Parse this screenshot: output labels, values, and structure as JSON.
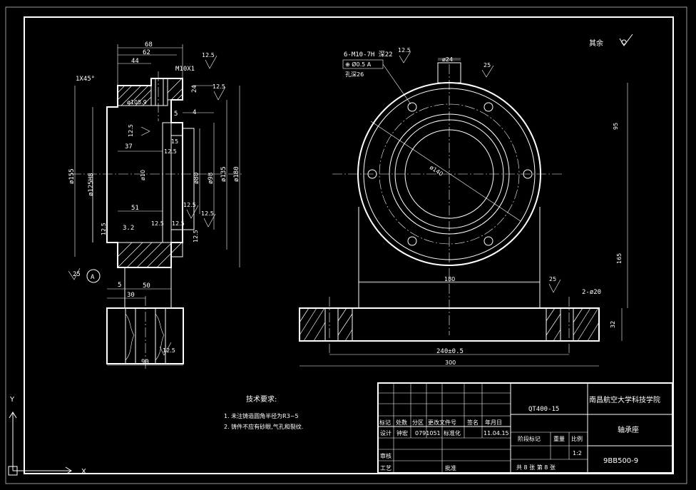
{
  "frame": {
    "surface_finish_other": "其余"
  },
  "left_view": {
    "dims": {
      "d68": "68",
      "d62": "62",
      "d44": "44",
      "m10": "M10X1",
      "chamfer": "1X45°",
      "d24": "24",
      "d5": "5",
      "d4": "4",
      "d15": "15",
      "d37": "37",
      "phi155": "ø155",
      "phi125": "ø125H8",
      "phi10": "ø10",
      "phi80": "ø80",
      "phi98": "ø98",
      "phi135": "ø135",
      "phi180": "ø180",
      "phi105": "ø105.9",
      "d51": "51",
      "d5b": "5",
      "d30": "30",
      "d50": "50",
      "d90": "90",
      "r25": "25",
      "r32": "3.2",
      "datum": "A"
    },
    "roughness": [
      "12.5",
      "12.5",
      "12.5",
      "12.5",
      "12.5",
      "12.5",
      "12.5",
      "12.5",
      "12.5",
      "12.5",
      "12.5"
    ]
  },
  "right_view": {
    "thread_note": "6-M10-7H 深22",
    "position_tol": "⊕ Ø0.5 A",
    "hole_depth": "孔深26",
    "dims": {
      "phi24": "ø24",
      "phi140": "ø140",
      "d95": "95",
      "d165": "165",
      "d180": "180",
      "d2phi20": "2-ø20",
      "d32": "32",
      "d240": "240±0.5",
      "d300": "300",
      "r25a": "25",
      "r25b": "25",
      "r125": "12.5"
    }
  },
  "tech_req": {
    "title": "技术要求:",
    "items": [
      "1. 未注铸造圆角半径为R3~5",
      "2. 铸件不应有砂眼,气孔和裂纹."
    ]
  },
  "title_block": {
    "material": "QT400-15",
    "school": "南昌航空大学科技学院",
    "part_name": "轴承座",
    "drawing_no": "9BB500-9",
    "headers": [
      "标记",
      "处数",
      "分区",
      "更改文件号",
      "签名",
      "年月日"
    ],
    "design_row": [
      "设计",
      "钟宏",
      "0791051",
      "标准化",
      "",
      "11.04.15"
    ],
    "stage_label": "阶段标记",
    "weight_label": "重量",
    "scale_label": "比例",
    "scale": "1:2",
    "review": "审核",
    "process": "工艺",
    "approve": "批准",
    "sheets": "共 8 张 第 8 张"
  },
  "axes": {
    "x": "X",
    "y": "Y"
  }
}
